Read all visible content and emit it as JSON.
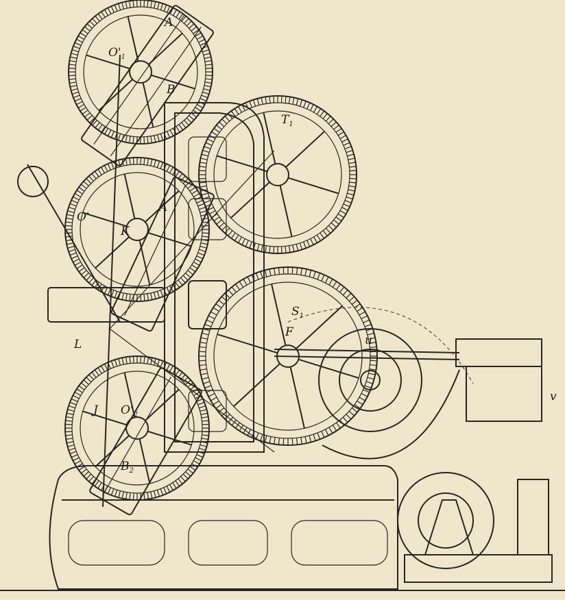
{
  "figure": {
    "labels": [
      {
        "id": "O1",
        "text": "O'",
        "sub": "1"
      },
      {
        "id": "A_top",
        "text": "A",
        "sub": ""
      },
      {
        "id": "B",
        "text": "B",
        "sub": ""
      },
      {
        "id": "T1",
        "text": "T",
        "sub": "1"
      },
      {
        "id": "O",
        "text": "O'",
        "sub": ""
      },
      {
        "id": "K",
        "text": "K",
        "sub": ""
      },
      {
        "id": "A_mid",
        "text": "A",
        "sub": ""
      },
      {
        "id": "S1",
        "text": "S",
        "sub": "1"
      },
      {
        "id": "F",
        "text": "F",
        "sub": ""
      },
      {
        "id": "u",
        "text": "u",
        "sub": ""
      },
      {
        "id": "L",
        "text": "L",
        "sub": ""
      },
      {
        "id": "O2",
        "text": "O'",
        "sub": "2"
      },
      {
        "id": "J",
        "text": "J",
        "sub": ""
      },
      {
        "id": "B2",
        "text": "B",
        "sub": "2"
      },
      {
        "id": "v",
        "text": "v",
        "sub": ""
      }
    ]
  },
  "colors": {
    "paper": "#efe6cc",
    "ink": "#2a2520"
  }
}
